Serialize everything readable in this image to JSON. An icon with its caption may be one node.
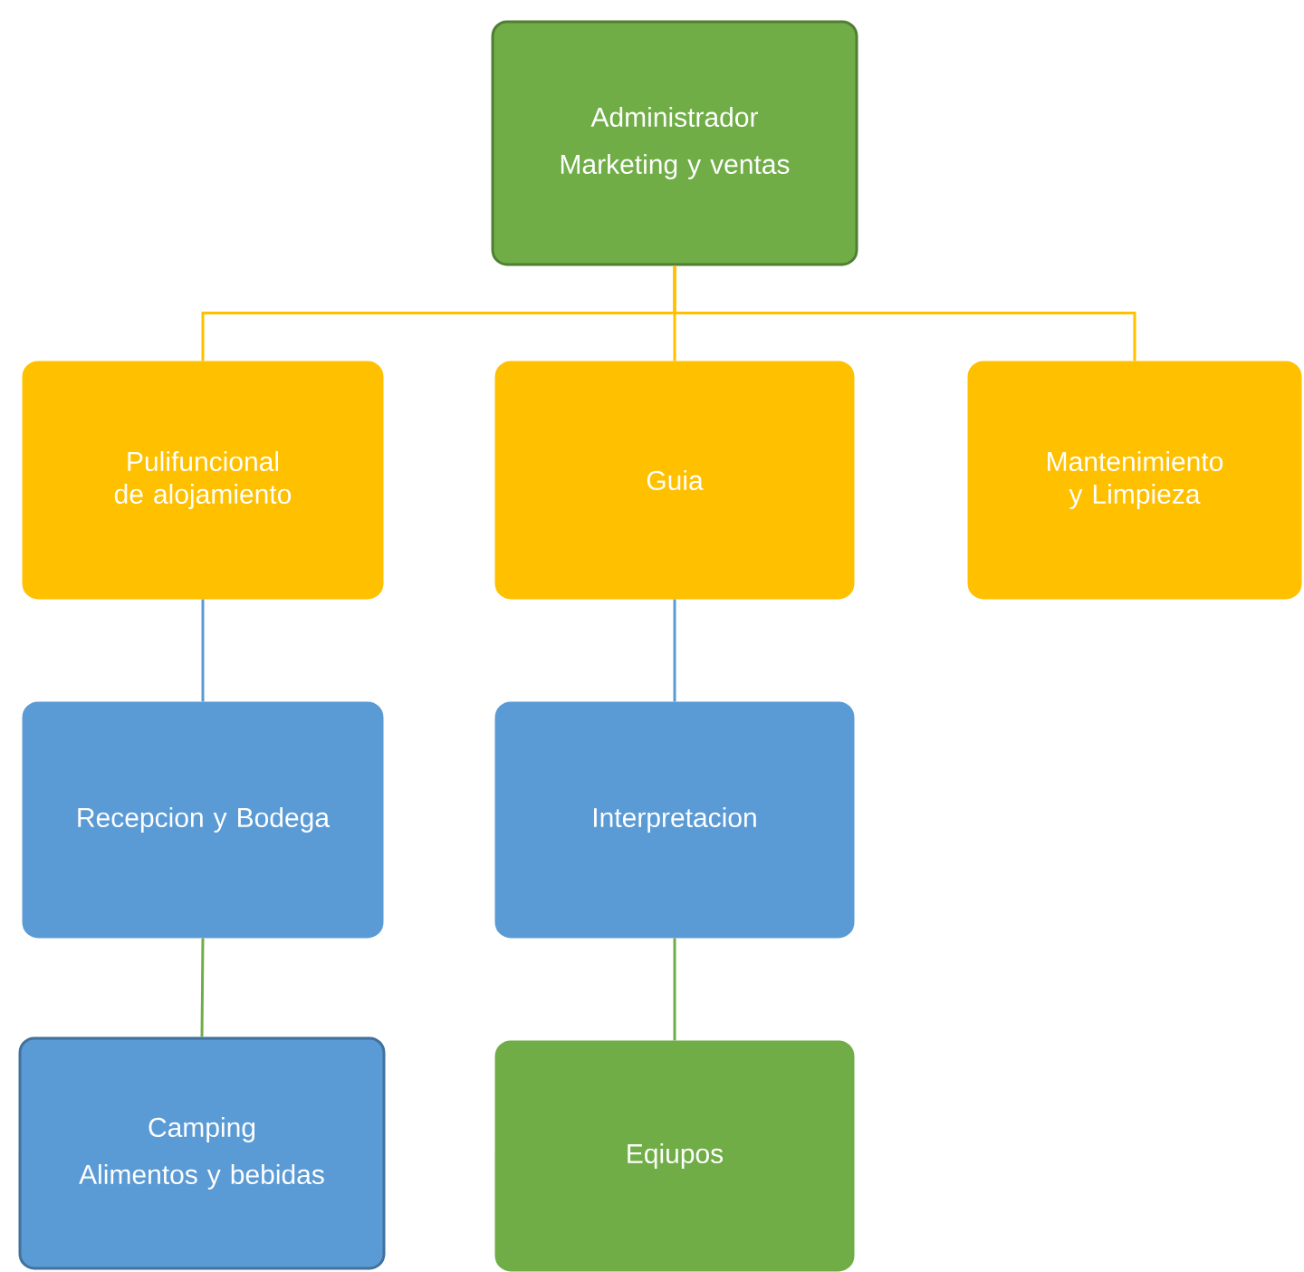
{
  "diagram": {
    "nodes": [
      {
        "text": [
          "Administrador",
          "Marketing y ventas"
        ]
      },
      {
        "text": [
          "Pulifuncional de alojamiento"
        ]
      },
      {
        "text": [
          "Guia"
        ]
      },
      {
        "text": [
          "Mantenimiento y Limpieza"
        ]
      },
      {
        "text": [
          "Recepcion y Bodega"
        ]
      },
      {
        "text": [
          "Interpretacion"
        ]
      },
      {
        "text": [
          "Camping",
          "Alimentos y bebidas"
        ]
      },
      {
        "text": [
          "Eqiupos"
        ]
      }
    ],
    "edges": [
      {
        "from": 0,
        "to": 1,
        "arrow": "none"
      },
      {
        "from": 0,
        "to": 2,
        "arrow": "none"
      },
      {
        "from": 0,
        "to": 3,
        "arrow": "none"
      },
      {
        "from": 1,
        "to": 4,
        "arrow": "none",
        "color": "#5b9bd5"
      },
      {
        "from": 2,
        "to": 5,
        "arrow": "none",
        "color": "#5b9bd5"
      },
      {
        "from": 4,
        "to": 6,
        "arrow": "none",
        "color": "#70ad47"
      },
      {
        "from": 5,
        "to": 7,
        "arrow": "none",
        "color": "#70ad47"
      }
    ]
  }
}
